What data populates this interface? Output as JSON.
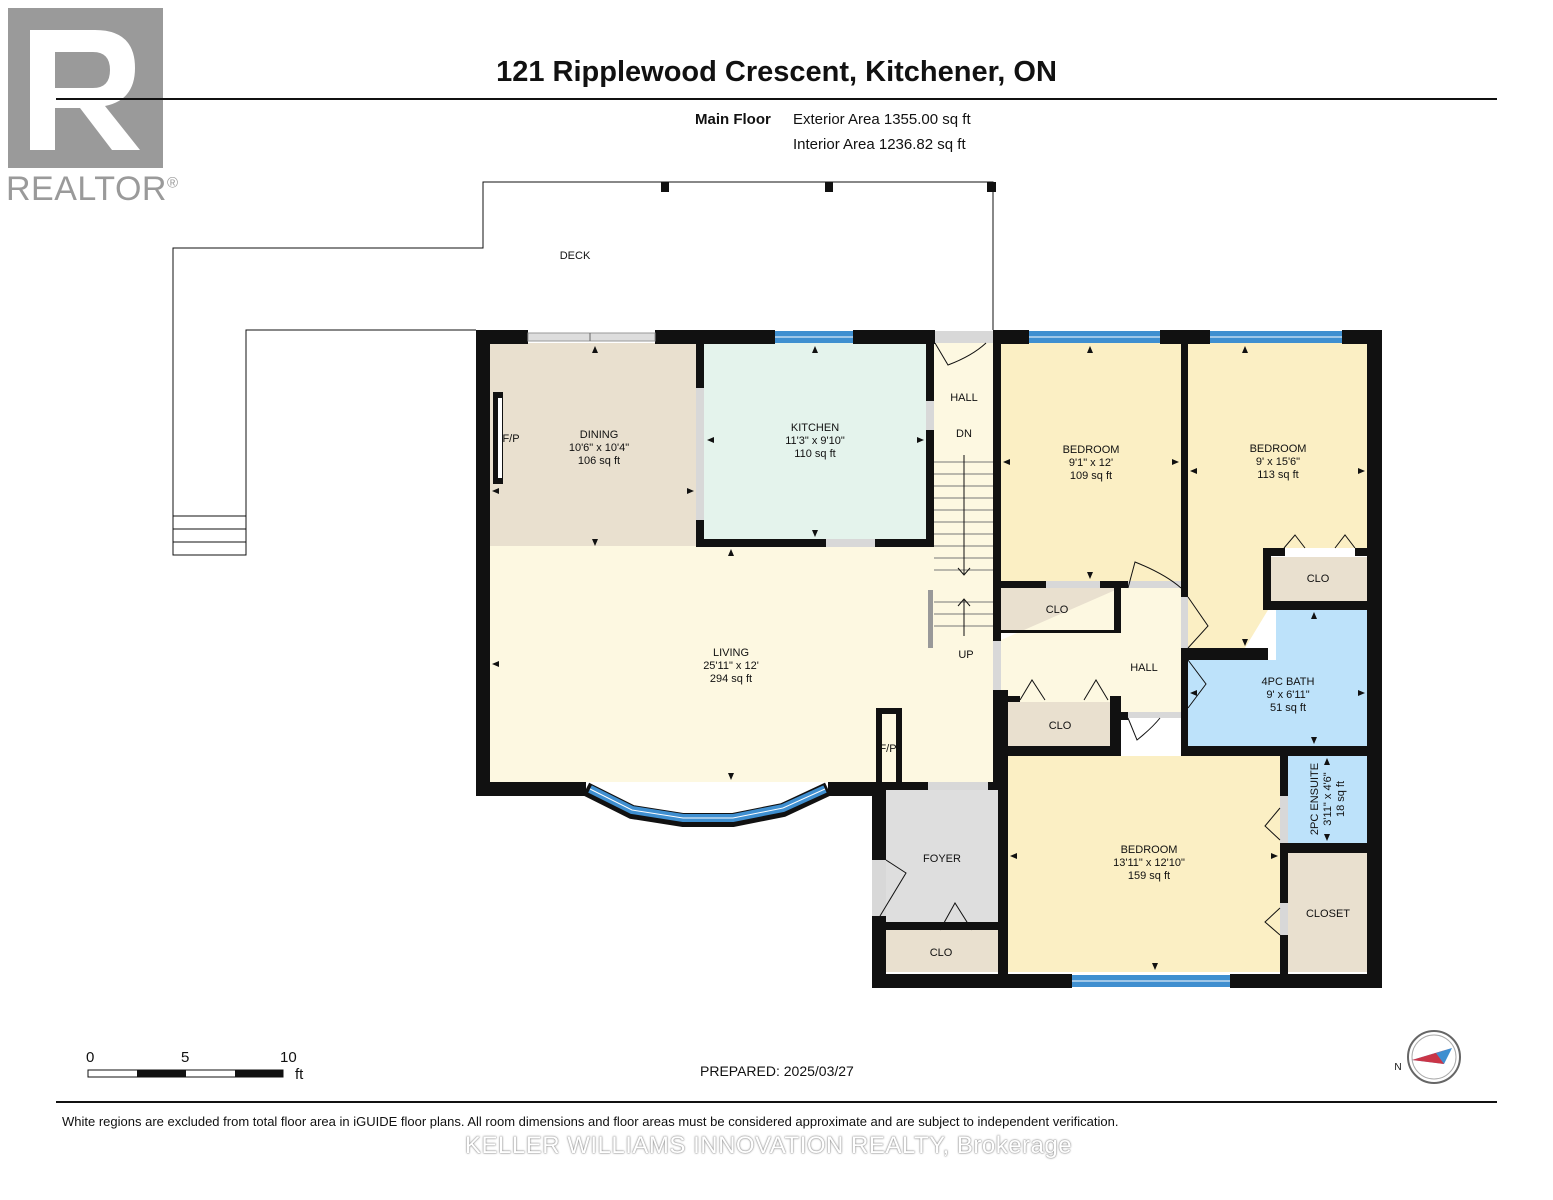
{
  "header": {
    "title": "121 Ripplewood Crescent, Kitchener, ON",
    "floor_name": "Main Floor",
    "exterior_area": "Exterior Area 1355.00 sq ft",
    "interior_area": "Interior Area 1236.82 sq ft"
  },
  "logo": {
    "text": "REALTOR",
    "mark": "®"
  },
  "rooms": {
    "deck": "DECK",
    "dining": {
      "name": "DINING",
      "dims": "10'6\" x 10'4\"",
      "area": "106 sq ft",
      "fp": "F/P"
    },
    "kitchen": {
      "name": "KITCHEN",
      "dims": "11'3\" x 9'10\"",
      "area": "110 sq ft"
    },
    "hall_top": "HALL",
    "stairs_dn": "DN",
    "stairs_up": "UP",
    "bedroom1": {
      "name": "BEDROOM",
      "dims": "9'1\" x 12'",
      "area": "109 sq ft"
    },
    "bedroom2": {
      "name": "BEDROOM",
      "dims": "9' x 15'6\"",
      "area": "113 sq ft"
    },
    "living": {
      "name": "LIVING",
      "dims": "25'11\" x 12'",
      "area": "294 sq ft",
      "fp": "F/P"
    },
    "hall_mid": "HALL",
    "bath4": {
      "name": "4PC BATH",
      "dims": "9' x 6'11\"",
      "area": "51 sq ft"
    },
    "clo_b1": "CLO",
    "clo_b2": "CLO",
    "clo_hall": "CLO",
    "clo_foyer": "CLO",
    "foyer": "FOYER",
    "ensuite": {
      "name": "2PC ENSUITE",
      "dims": "3'11\" x 4'6\"",
      "area": "18 sq ft"
    },
    "master": {
      "name": "BEDROOM",
      "dims": "13'11\" x 12'10\"",
      "area": "159 sq ft"
    },
    "closet": "CLOSET"
  },
  "scale": {
    "labels": [
      "0",
      "5",
      "10"
    ],
    "unit": "ft"
  },
  "compass": {
    "label": "N"
  },
  "prepared": "PREPARED: 2025/03/27",
  "disclaimer": "White regions are excluded from total floor area in iGUIDE floor plans. All room dimensions and floor areas must be considered approximate and are subject to independent verification.",
  "watermark": "KELLER WILLIAMS INNOVATION REALTY, Brokerage",
  "colors": {
    "wall": "#111111",
    "window": "#3f8fd0",
    "dining": "#e9e0cf",
    "kitchen": "#e4f3ec",
    "bedroom": "#fbefc4",
    "living": "#fdf8e1",
    "hall": "#fdf8e1",
    "bath": "#bde2fa",
    "closet": "#e9e0cf",
    "foyer": "#dedede"
  }
}
